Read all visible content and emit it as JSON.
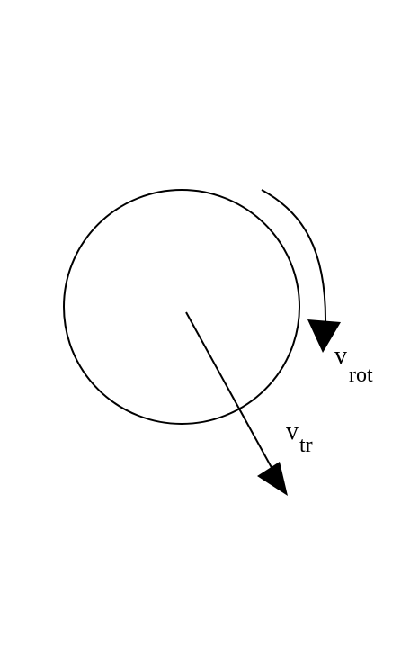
{
  "labels": {
    "rotational_velocity": {
      "symbol": "v",
      "subscript": "rot"
    },
    "translational_velocity": {
      "symbol": "v",
      "subscript": "tr"
    }
  },
  "colors": {
    "background": "#ffffff",
    "stroke": "#000000"
  }
}
